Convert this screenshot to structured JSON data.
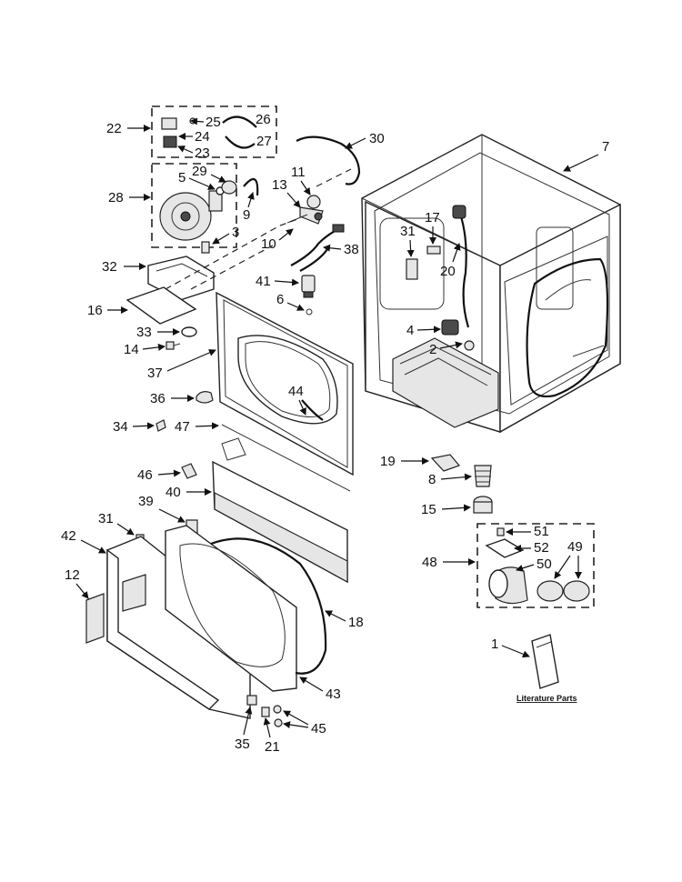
{
  "diagram": {
    "literature_caption": "Literature Parts",
    "callouts": [
      {
        "id": "c22",
        "text": "22"
      },
      {
        "id": "c25",
        "text": "25"
      },
      {
        "id": "c26",
        "text": "26"
      },
      {
        "id": "c24",
        "text": "24"
      },
      {
        "id": "c23",
        "text": "23"
      },
      {
        "id": "c27",
        "text": "27"
      },
      {
        "id": "c30",
        "text": "30"
      },
      {
        "id": "c7",
        "text": "7"
      },
      {
        "id": "c5",
        "text": "5"
      },
      {
        "id": "c29",
        "text": "29"
      },
      {
        "id": "c11",
        "text": "11"
      },
      {
        "id": "c28",
        "text": "28"
      },
      {
        "id": "c13",
        "text": "13"
      },
      {
        "id": "c9",
        "text": "9"
      },
      {
        "id": "c17",
        "text": "17"
      },
      {
        "id": "c3",
        "text": "3"
      },
      {
        "id": "c10",
        "text": "10"
      },
      {
        "id": "c31a",
        "text": "31"
      },
      {
        "id": "c38",
        "text": "38"
      },
      {
        "id": "c32",
        "text": "32"
      },
      {
        "id": "c20",
        "text": "20"
      },
      {
        "id": "c41",
        "text": "41"
      },
      {
        "id": "c6",
        "text": "6"
      },
      {
        "id": "c16",
        "text": "16"
      },
      {
        "id": "c33",
        "text": "33"
      },
      {
        "id": "c4",
        "text": "4"
      },
      {
        "id": "c14",
        "text": "14"
      },
      {
        "id": "c2",
        "text": "2"
      },
      {
        "id": "c37",
        "text": "37"
      },
      {
        "id": "c44",
        "text": "44"
      },
      {
        "id": "c36",
        "text": "36"
      },
      {
        "id": "c34",
        "text": "34"
      },
      {
        "id": "c47",
        "text": "47"
      },
      {
        "id": "c19",
        "text": "19"
      },
      {
        "id": "c46",
        "text": "46"
      },
      {
        "id": "c8",
        "text": "8"
      },
      {
        "id": "c40",
        "text": "40"
      },
      {
        "id": "c15",
        "text": "15"
      },
      {
        "id": "c39",
        "text": "39"
      },
      {
        "id": "c31b",
        "text": "31"
      },
      {
        "id": "c51",
        "text": "51"
      },
      {
        "id": "c42",
        "text": "42"
      },
      {
        "id": "c52",
        "text": "52"
      },
      {
        "id": "c48",
        "text": "48"
      },
      {
        "id": "c49",
        "text": "49"
      },
      {
        "id": "c50",
        "text": "50"
      },
      {
        "id": "c12",
        "text": "12"
      },
      {
        "id": "c18",
        "text": "18"
      },
      {
        "id": "c1",
        "text": "1"
      },
      {
        "id": "c43",
        "text": "43"
      },
      {
        "id": "c45",
        "text": "45"
      },
      {
        "id": "c35",
        "text": "35"
      },
      {
        "id": "c21",
        "text": "21"
      }
    ]
  }
}
